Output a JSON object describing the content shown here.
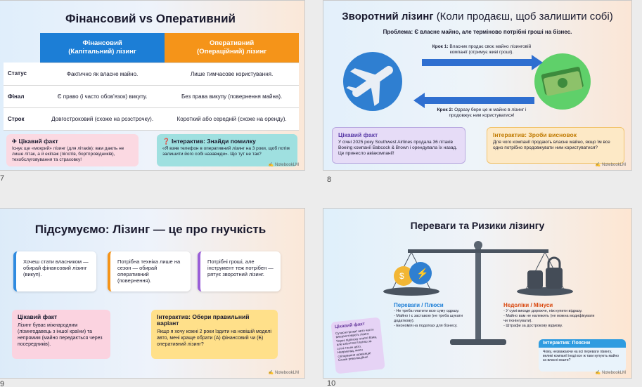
{
  "slide_numbers": [
    "7",
    "8",
    "9",
    "10"
  ],
  "brand": "✍ NotebookLM",
  "s7": {
    "title": "Фінансовий vs Оперативний",
    "col1_l1": "Фінансовий",
    "col1_l2": "(Капітальний) лізинг",
    "col2_l1": "Оперативний",
    "col2_l2": "(Операційний) лізинг",
    "rows": [
      {
        "label": "Статус",
        "fin": "Фактично як власне майно.",
        "op": "Лише тимчасове користування."
      },
      {
        "label": "Фінал",
        "fin": "Є право (і часто обов'язок) викупу.",
        "op": "Без права викупу (повернення майна)."
      },
      {
        "label": "Строк",
        "fin": "Довгостроковий (схоже на розстрочку).",
        "op": "Короткий або середній (схоже на оренду)."
      }
    ],
    "fact_title": "✈ Цікавий факт",
    "fact_text": "Існує ще «мокрий» лізинг (для літаків): вам дають не лише літак, а й екіпаж (пілотів, бортпровідників), техобслуговування та страховку!",
    "inter_title": "❓ Інтерактив: Знайди помилку",
    "inter_text": "«Я взяв телефон в оперативний лізинг на 3 роки, щоб потім залишити його собі назавжди». Що тут не так?"
  },
  "s8": {
    "title_bold": "Зворотний лізинг",
    "title_rest": "(Коли продаєш, щоб залишити собі)",
    "sub": "Проблема: Є власне майно, але терміново потрібні гроші на бізнес.",
    "step1_b": "Крок 1:",
    "step1": "Власник продає своє майно лізинговій компанії (отримує живі гроші).",
    "step2_b": "Крок 2:",
    "step2": "Одразу бере це ж майно в лізинг і продовжує ним користуватися!",
    "fact_title": "Цікавий факт",
    "fact_text": "У січні 2025 року Southwest Airlines продала 36 літаків Boeing компанії Babcock & Brown і орендувала їх назад. Це принесло авіакомпанії!",
    "inter_title": "Інтерактив: Зроби висновок",
    "inter_text": "Для чого компанії продають власне майно, якщо їм все одно потрібно продовжувати ним користуватися?"
  },
  "s9": {
    "title": "Підсумуємо: Лізинг — це про гнучкість",
    "box1": "Хочеш стати власником — обирай фінансовий лізинг (викуп).",
    "box2": "Потрібна техніка лише на сезон — обирай оперативний (повернення).",
    "box3": "Потрібні гроші, але інструмент теж потрібен — рятує зворотний лізинг.",
    "fact_title": "Цікавий факт",
    "fact_text": "Лізинг буває міжнародним (лізингодавець з іншої країни) та непрямим (майно передається через посередників).",
    "inter_title": "Інтерактив: Обери правильний варіант",
    "inter_text": "Якщо я хочу кожні 2 роки їздити на новішій моделі авто, мені краще обрати (А) фінансовий чи (Б) оперативний лізинг?"
  },
  "s10": {
    "title": "Переваги та Ризики лізингу",
    "pros_title": "Переваги / Плюси",
    "pros": [
      "- Не треба платити всю суму одразу.",
      "- Майно і є заставою (не треба шукати додаткову).",
      "- Економія на податках для бізнесу."
    ],
    "cons_title": "Недоліки / Мінуси",
    "cons": [
      "- У сумі виходе дорожче, ніж купити відразу.",
      "- Майно вам не належить (не можна модифікувати чи тюнінгувати).",
      "- Штрафи за дострокову відмову."
    ],
    "fact_title": "Цікавий факт",
    "fact_text": "Сучасні прокат авто часто використовують лізинг. Через підписку плати! Взяв, але клієнтові платиш за сотні тисяч авто. Наприклад, мало спілкування щомісяця! Схоже революційно!",
    "inter_title": "Інтерактив: Поясни",
    "inter_text": "Чому, незважаючи на всі переваги лізингу, великі компанії іноді все ж таки купують майно за власні кошти?"
  }
}
